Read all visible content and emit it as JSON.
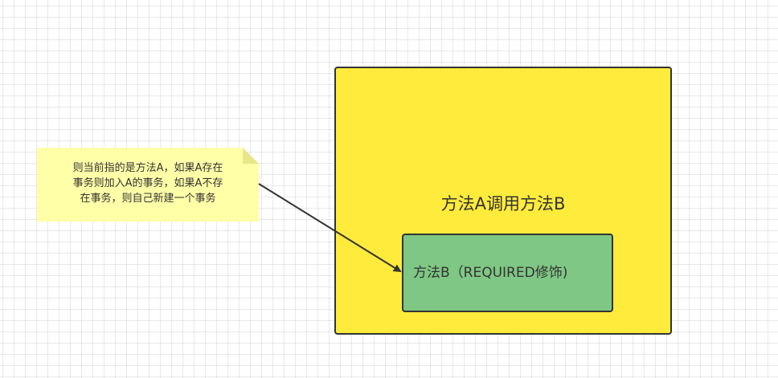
{
  "diagram": {
    "outer_box": {
      "label": "方法A调用方法B",
      "fill": "#ffeb3b",
      "stroke": "#333333"
    },
    "inner_box": {
      "label": "方法B（REQUIRED修饰)",
      "fill": "#7fc784",
      "stroke": "#333333"
    },
    "note": {
      "lines": [
        "则当前指的是方法A，如果A存在",
        "事务则加入A的事务，如果A不存",
        "在事务，则自己新建一个事务"
      ],
      "fill": "#ffffa8",
      "fold_fill": "#e6e68a"
    },
    "connector": {
      "from": "note",
      "to": "inner_box",
      "stroke": "#333333"
    }
  }
}
